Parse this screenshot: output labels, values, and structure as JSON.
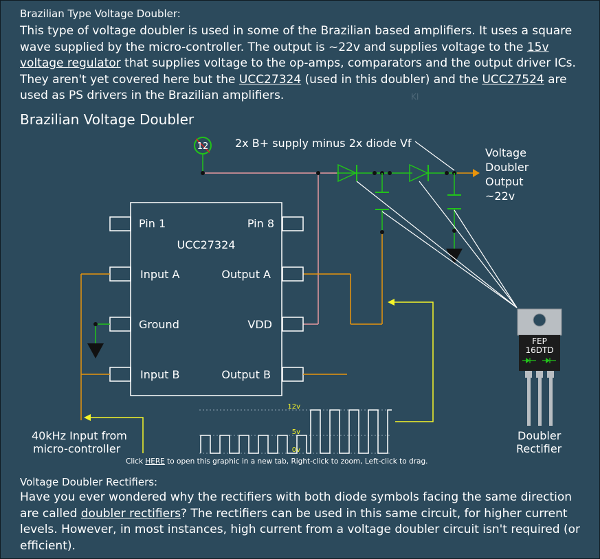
{
  "intro": {
    "heading": "Brazilian Type Voltage Doubler:",
    "text_1": "This type of voltage doubler is used in some of the Brazilian based amplifiers. It uses a square wave supplied by the micro-controller. The output is ~22v and supplies voltage to the ",
    "link_regulator": "15v voltage regulator",
    "text_2": " that supplies voltage to the op-amps, comparators and the output driver ICs. They aren't yet covered here but the ",
    "link_ucc27324": "UCC27324",
    "text_3": " (used in this doubler) and the ",
    "link_ucc27524": "UCC27524",
    "text_4": " are used as PS drivers in the Brazilian amplifiers."
  },
  "diagram": {
    "title": "Brazilian Voltage Doubler",
    "supply_node": "12",
    "annotation_vf": "2x B+ supply minus 2x diode Vf",
    "output_label_1": "Voltage",
    "output_label_2": "Doubler",
    "output_label_3": "Output",
    "output_label_4": "~22v",
    "ic_name": "UCC27324",
    "pins": {
      "pin1": "Pin 1",
      "pin8": "Pin 8",
      "input_a": "Input A",
      "output_a": "Output A",
      "ground": "Ground",
      "vdd": "VDD",
      "input_b": "Input B",
      "output_b": "Output B"
    },
    "input_label_1": "40kHz Input from",
    "input_label_2": "micro-controller",
    "wave_levels": {
      "high": "12v",
      "mid": "5v",
      "low": "0v"
    },
    "rectifier_marking_1": "FEP",
    "rectifier_marking_2": "16DTD",
    "rectifier_label_1": "Doubler",
    "rectifier_label_2": "Rectifier",
    "colors": {
      "supply": "#e89aa0",
      "signal": "#e8940c",
      "ground": "#22c21a",
      "arrow": "#f5f52a",
      "background": "#2c4a5c"
    }
  },
  "caption": {
    "prefix": "Click ",
    "link": "HERE",
    "suffix": " to open this graphic in a new tab, Right-click to zoom, Left-click to drag."
  },
  "rectifiers": {
    "heading": "Voltage Doubler Rectifiers:",
    "text_1": "Have you ever wondered why the rectifiers with both diode symbols facing the same direction are called ",
    "link": "doubler rectifiers",
    "text_2": "? The rectifiers can be used in this same circuit, for higher current levels. However, in most instances, high current from a voltage doubler circuit isn't required (or efficient)."
  },
  "tooltip_icon": "text-icon"
}
